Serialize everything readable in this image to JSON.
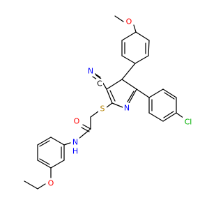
{
  "atoms": {
    "o_methoxy": "O",
    "c_cyano": "C",
    "n_cyano": "N",
    "s_thioether": "S",
    "n_pyridine": "N",
    "o_carbonyl": "O",
    "nh_amide": "N",
    "h_amide": "H",
    "cl": "Cl",
    "o_ethoxy": "O"
  },
  "colors": {
    "bond": "#000000",
    "carbon": "#000000",
    "nitrogen": "#0000ff",
    "oxygen": "#ff0000",
    "sulfur": "#b8860b",
    "chlorine": "#00b000"
  }
}
